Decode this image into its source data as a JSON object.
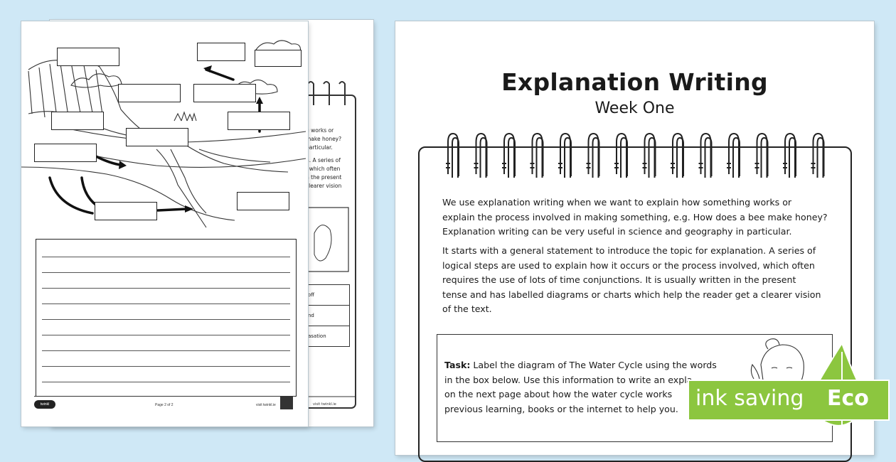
{
  "right_page": {
    "title": "Explanation Writing",
    "subtitle": "Week One",
    "para1_line1": "We use explanation writing when we want to explain how something works or",
    "para1_line2": "explain the process involved in making something, e.g. How does a bee make honey?",
    "para1_line3": "Explanation writing can be very useful in science and geography in particular.",
    "para2_line1": "It starts with a general statement to introduce the topic for explanation. A series of",
    "para2_line2": "logical steps are used to explain how it occurs or the process involved, which often",
    "para2_line3": "requires the use of lots of time conjunctions. It is usually written in the present",
    "para2_line4": "tense and has labelled diagrams or charts which help the reader get a clearer vision",
    "para2_line5": "of the text.",
    "task_label": "Task:",
    "task_line1": " Label the diagram of The Water Cycle using the words",
    "task_line2": "in the box below. Use this information to write an expla",
    "task_line3": "on the next page about how the water cycle works",
    "task_line4": "previous learning, books or the internet to help you."
  },
  "back_page": {
    "frag1": "g works or",
    "frag2": "make honey?",
    "frag3": "particular.",
    "frag4": "n. A series of",
    "frag5": ", which often",
    "frag6": "n the present",
    "frag7": "clearer vision",
    "table_cells": [
      "off",
      "nd",
      "asation"
    ]
  },
  "left_page": {
    "footer_page": "Page 2 of 2",
    "footer_site": "visit twinkl.ie",
    "logo_text": "twinkl"
  },
  "badge": {
    "label": "ink saving",
    "eco": "Eco"
  },
  "colors": {
    "background": "#cfe8f6",
    "badge_green": "#8cc63f"
  }
}
